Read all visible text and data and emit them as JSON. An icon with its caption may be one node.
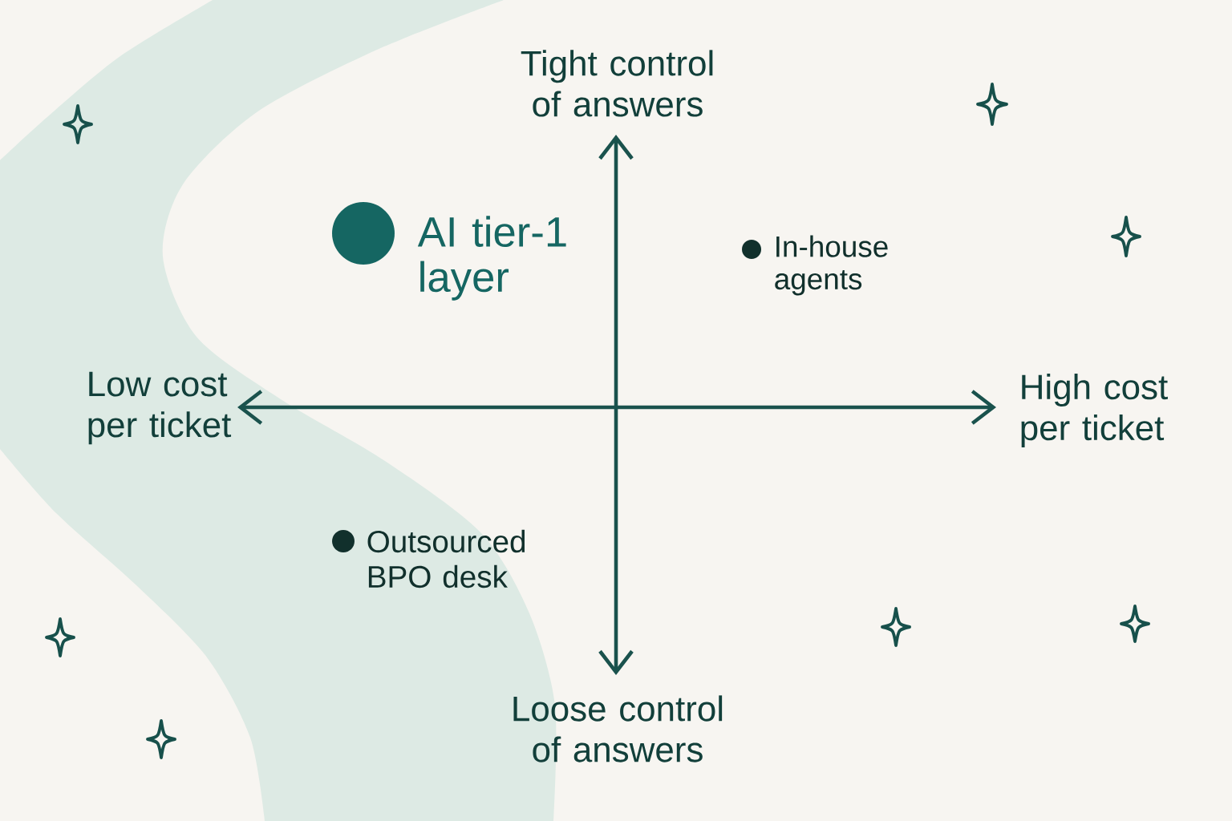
{
  "diagram": {
    "nodes": [
      {
        "text": [],
        "shape": "circle",
        "beside": [
          "AI tier-1 layer"
        ]
      },
      {
        "text": [],
        "shape": "circle",
        "beside": [
          "In-house agents"
        ]
      },
      {
        "text": [],
        "shape": "circle",
        "beside": [
          "Outsourced BPO desk"
        ]
      }
    ],
    "labels": [
      "Tight control of answers",
      "Low cost per ticket",
      "High cost per ticket",
      "Loose control of answers"
    ]
  }
}
